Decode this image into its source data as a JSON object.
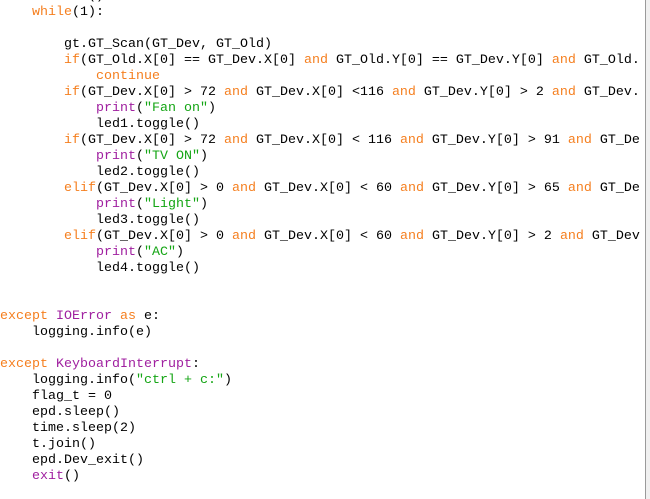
{
  "editor": {
    "lines": [
      [
        [
          "tx",
          "    t.start()"
        ]
      ],
      [
        [
          "tx",
          "    "
        ],
        [
          "kw",
          "while"
        ],
        [
          "tx",
          "(1):"
        ]
      ],
      [],
      [
        [
          "tx",
          "        gt.GT_Scan(GT_Dev, GT_Old)"
        ]
      ],
      [
        [
          "tx",
          "        "
        ],
        [
          "kw",
          "if"
        ],
        [
          "tx",
          "(GT_Old.X[0] == GT_Dev.X[0] "
        ],
        [
          "kw",
          "and"
        ],
        [
          "tx",
          " GT_Old.Y[0] == GT_Dev.Y[0] "
        ],
        [
          "kw",
          "and"
        ],
        [
          "tx",
          " GT_Old."
        ]
      ],
      [
        [
          "tx",
          "            "
        ],
        [
          "kw",
          "continue"
        ]
      ],
      [
        [
          "tx",
          "        "
        ],
        [
          "kw",
          "if"
        ],
        [
          "tx",
          "(GT_Dev.X[0] > 72 "
        ],
        [
          "kw",
          "and"
        ],
        [
          "tx",
          " GT_Dev.X[0] <116 "
        ],
        [
          "kw",
          "and"
        ],
        [
          "tx",
          " GT_Dev.Y[0] > 2 "
        ],
        [
          "kw",
          "and"
        ],
        [
          "tx",
          " GT_Dev."
        ]
      ],
      [
        [
          "tx",
          "            "
        ],
        [
          "bi",
          "print"
        ],
        [
          "tx",
          "("
        ],
        [
          "str",
          "\"Fan on\""
        ],
        [
          "tx",
          ")"
        ]
      ],
      [
        [
          "tx",
          "            led1.toggle()"
        ]
      ],
      [
        [
          "tx",
          "        "
        ],
        [
          "kw",
          "if"
        ],
        [
          "tx",
          "(GT_Dev.X[0] > 72 "
        ],
        [
          "kw",
          "and"
        ],
        [
          "tx",
          " GT_Dev.X[0] < 116 "
        ],
        [
          "kw",
          "and"
        ],
        [
          "tx",
          " GT_Dev.Y[0] > 91 "
        ],
        [
          "kw",
          "and"
        ],
        [
          "tx",
          " GT_De"
        ]
      ],
      [
        [
          "tx",
          "            "
        ],
        [
          "bi",
          "print"
        ],
        [
          "tx",
          "("
        ],
        [
          "str",
          "\"TV ON\""
        ],
        [
          "tx",
          ")"
        ]
      ],
      [
        [
          "tx",
          "            led2.toggle()"
        ]
      ],
      [
        [
          "tx",
          "        "
        ],
        [
          "kw",
          "elif"
        ],
        [
          "tx",
          "(GT_Dev.X[0] > 0 "
        ],
        [
          "kw",
          "and"
        ],
        [
          "tx",
          " GT_Dev.X[0] < 60 "
        ],
        [
          "kw",
          "and"
        ],
        [
          "tx",
          " GT_Dev.Y[0] > 65 "
        ],
        [
          "kw",
          "and"
        ],
        [
          "tx",
          " GT_De"
        ]
      ],
      [
        [
          "tx",
          "            "
        ],
        [
          "bi",
          "print"
        ],
        [
          "tx",
          "("
        ],
        [
          "str",
          "\"Light\""
        ],
        [
          "tx",
          ")"
        ]
      ],
      [
        [
          "tx",
          "            led3.toggle()"
        ]
      ],
      [
        [
          "tx",
          "        "
        ],
        [
          "kw",
          "elif"
        ],
        [
          "tx",
          "(GT_Dev.X[0] > 0 "
        ],
        [
          "kw",
          "and"
        ],
        [
          "tx",
          " GT_Dev.X[0] < 60 "
        ],
        [
          "kw",
          "and"
        ],
        [
          "tx",
          " GT_Dev.Y[0] > 2 "
        ],
        [
          "kw",
          "and"
        ],
        [
          "tx",
          " GT_Dev"
        ]
      ],
      [
        [
          "tx",
          "            "
        ],
        [
          "bi",
          "print"
        ],
        [
          "tx",
          "("
        ],
        [
          "str",
          "\"AC\""
        ],
        [
          "tx",
          ")"
        ]
      ],
      [
        [
          "tx",
          "            led4.toggle()"
        ]
      ],
      [],
      [],
      [
        [
          "kw",
          "except"
        ],
        [
          "tx",
          " "
        ],
        [
          "bi",
          "IOError"
        ],
        [
          "tx",
          " "
        ],
        [
          "kw",
          "as"
        ],
        [
          "tx",
          " e:"
        ]
      ],
      [
        [
          "tx",
          "    logging.info(e)"
        ]
      ],
      [],
      [
        [
          "kw",
          "except"
        ],
        [
          "tx",
          " "
        ],
        [
          "bi",
          "KeyboardInterrupt"
        ],
        [
          "tx",
          ":"
        ]
      ],
      [
        [
          "tx",
          "    logging.info("
        ],
        [
          "str",
          "\"ctrl + c:\""
        ],
        [
          "tx",
          ")"
        ]
      ],
      [
        [
          "tx",
          "    flag_t = 0"
        ]
      ],
      [
        [
          "tx",
          "    epd.sleep()"
        ]
      ],
      [
        [
          "tx",
          "    time.sleep(2)"
        ]
      ],
      [
        [
          "tx",
          "    t.join()"
        ]
      ],
      [
        [
          "tx",
          "    epd.Dev_exit()"
        ]
      ],
      [
        [
          "tx",
          "    "
        ],
        [
          "bi",
          "exit"
        ],
        [
          "tx",
          "()"
        ]
      ]
    ]
  },
  "colors": {
    "keyword": "#f57f1f",
    "builtin": "#a020a0",
    "string": "#14a514",
    "text": "#000000"
  }
}
